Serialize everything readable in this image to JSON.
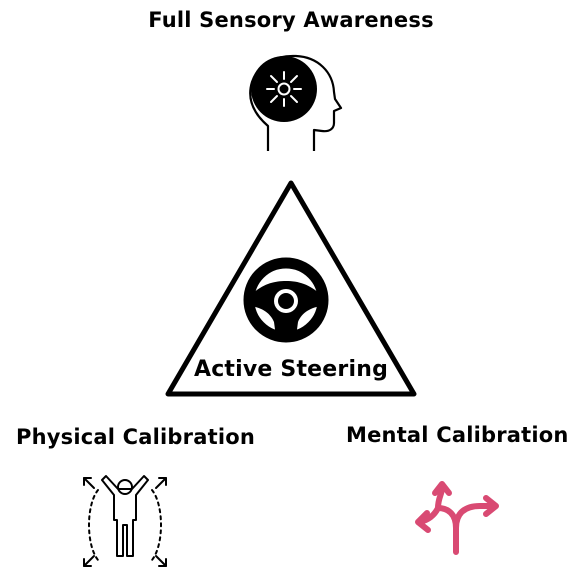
{
  "nodes": {
    "top": {
      "label": "Full Sensory Awareness",
      "icon": "head-focus-icon"
    },
    "center": {
      "label": "Active Steering",
      "icon": "steering-wheel-icon"
    },
    "left": {
      "label": "Physical Calibration",
      "icon": "person-stretch-icon"
    },
    "right": {
      "label": "Mental Calibration",
      "icon": "branching-arrows-icon"
    }
  },
  "colors": {
    "ink": "#000000",
    "accent": "#d94a73",
    "background": "#ffffff"
  }
}
